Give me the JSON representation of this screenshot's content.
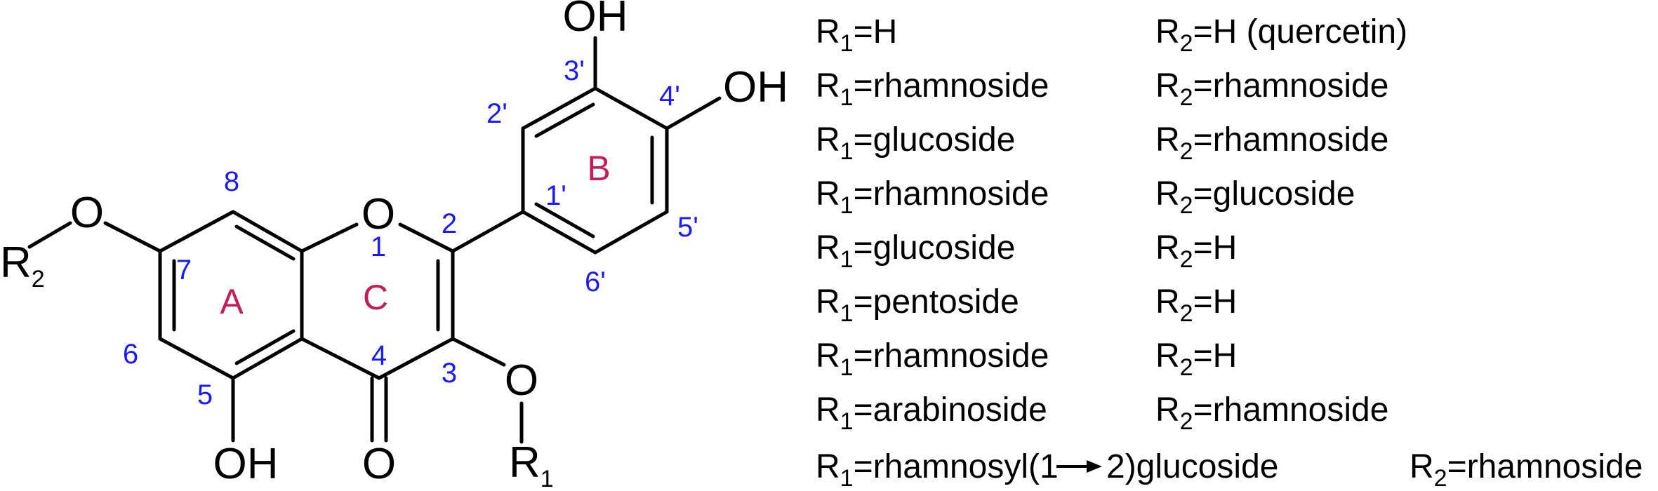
{
  "molecule": {
    "atoms": {
      "OH_3p": "OH",
      "OH_4p": "OH",
      "O_7": "O",
      "R2": "R",
      "R2_sub": "2",
      "O_ring": "O",
      "O_3": "O",
      "R1": "R",
      "R1_sub": "1",
      "OH_5": "OH",
      "O_4": "O"
    },
    "numbering": {
      "n3p": "3'",
      "n4p": "4'",
      "n2p": "2'",
      "n1p": "1'",
      "n5p": "5'",
      "n6p": "6'",
      "n8": "8",
      "n7": "7",
      "n6": "6",
      "n5": "5",
      "n1": "1",
      "n2": "2",
      "n3": "3",
      "n4": "4"
    },
    "rings": {
      "A": "A",
      "B": "B",
      "C": "C"
    },
    "colors": {
      "bond": "#000000",
      "numbering": "#1a1aff",
      "ring_label": "#c41e5a"
    }
  },
  "substituents": {
    "rows": [
      {
        "r1_label": "R",
        "r1_sub": "1",
        "r1_value": "=H",
        "r2_label": "R",
        "r2_sub": "2",
        "r2_value": "=H (quercetin)"
      },
      {
        "r1_label": "R",
        "r1_sub": "1",
        "r1_value": "=rhamnoside",
        "r2_label": "R",
        "r2_sub": "2",
        "r2_value": "=rhamnoside"
      },
      {
        "r1_label": "R",
        "r1_sub": "1",
        "r1_value": "=glucoside",
        "r2_label": "R",
        "r2_sub": "2",
        "r2_value": "=rhamnoside"
      },
      {
        "r1_label": "R",
        "r1_sub": "1",
        "r1_value": "=rhamnoside",
        "r2_label": "R",
        "r2_sub": "2",
        "r2_value": "=glucoside"
      },
      {
        "r1_label": "R",
        "r1_sub": "1",
        "r1_value": "=glucoside",
        "r2_label": "R",
        "r2_sub": "2",
        "r2_value": "=H"
      },
      {
        "r1_label": "R",
        "r1_sub": "1",
        "r1_value": "=pentoside",
        "r2_label": "R",
        "r2_sub": "2",
        "r2_value": "=H"
      },
      {
        "r1_label": "R",
        "r1_sub": "1",
        "r1_value": "=rhamnoside",
        "r2_label": "R",
        "r2_sub": "2",
        "r2_value": "=H"
      },
      {
        "r1_label": "R",
        "r1_sub": "1",
        "r1_value": "=arabinoside",
        "r2_label": "R",
        "r2_sub": "2",
        "r2_value": "=rhamnoside"
      }
    ],
    "last_row": {
      "r1_label": "R",
      "r1_sub": "1",
      "r1_value_a": "=rhamnosyl(1",
      "r1_value_b": "2)glucoside",
      "r2_label": "R",
      "r2_sub": "2",
      "r2_value": "=rhamnoside"
    }
  }
}
